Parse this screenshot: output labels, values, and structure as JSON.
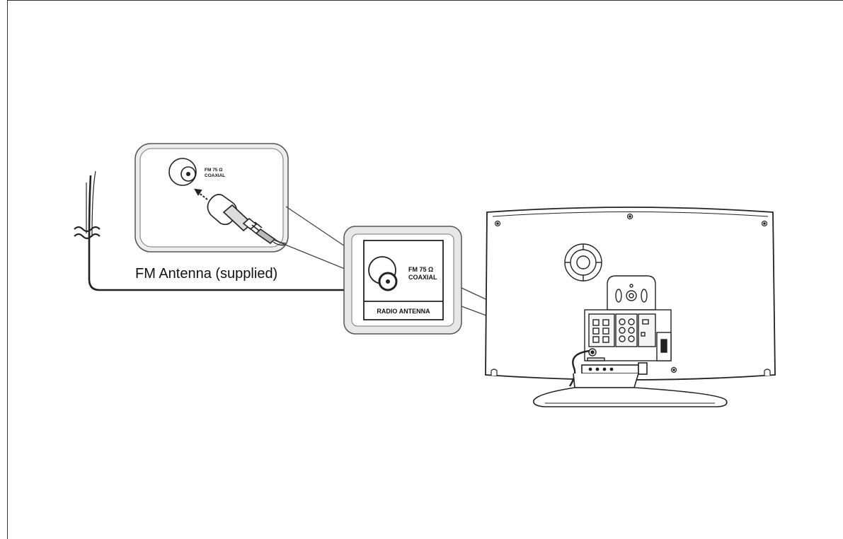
{
  "caption": "FM Antenna (supplied)",
  "zoom_small": {
    "jack_line1": "FM 75 Ω",
    "jack_line2": "COAXIAL"
  },
  "zoom_panel": {
    "jack_line1": "FM 75 Ω",
    "jack_line2": "COAXIAL",
    "panel_label": "RADIO ANTENNA"
  },
  "icons": {
    "antenna_break": "wavy-break-icon",
    "plug": "coaxial-plug-icon",
    "arrow": "insert-arrow-icon"
  }
}
